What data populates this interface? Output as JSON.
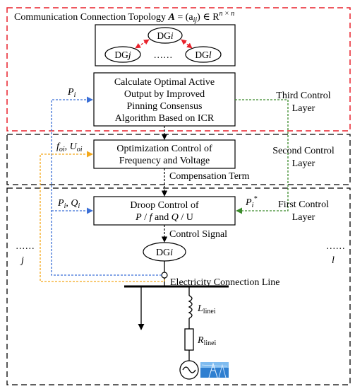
{
  "layers": {
    "third": {
      "line1": "Third Control",
      "line2": "Layer"
    },
    "second": {
      "line1": "Second Control",
      "line2": "Layer"
    },
    "first": {
      "line1": "First Control",
      "line2": "Layer"
    }
  },
  "topology": {
    "title_prefix": "Communication Connection Topology ",
    "title_symbol": "A",
    "title_eq": " = (a",
    "title_sub": "ij",
    "title_suffix": ") ∈ R",
    "title_sup": "n × n",
    "node_top": "DG",
    "node_top_idx": "i",
    "node_left": "DG",
    "node_left_idx": "j",
    "node_right": "DG",
    "node_right_idx": "l",
    "ellipsis": "……"
  },
  "boxes": {
    "calc": [
      "Calculate Optimal Active",
      "Output by Improved",
      "Pinning Consensus",
      "Algorithm Based on ICR"
    ],
    "opt": [
      "Optimization Control of",
      "Frequency and Voltage"
    ],
    "droop": {
      "line1": "Droop Control of",
      "line2_P": "P",
      "line2_mid1": " / ",
      "line2_f": "f",
      "line2_and": " and ",
      "line2_Q": "Q",
      "line2_mid2": " / U"
    }
  },
  "labels": {
    "pi": "P",
    "pi_sub": "i",
    "f_oi": "f",
    "f_oi_sub": "oi",
    "comma": ", ",
    "u_oi": "U",
    "u_oi_sub": "oi",
    "pi2": "P",
    "pi2_sub": "i",
    "qi": "Q",
    "qi_sub": "i",
    "pistar": "P",
    "pistar_sub": "i",
    "pistar_sup": "*",
    "compensation": "Compensation Term",
    "control_signal": "Control Signal",
    "dg_node": "DG",
    "dg_node_idx": "i",
    "elec_line": "Electricity Connection Line",
    "l_line": "L",
    "l_line_sub": "linei",
    "r_line": "R",
    "r_line_sub": "linei",
    "dots_left": "……",
    "j_label": "j",
    "dots_right": "……",
    "l_label": "l"
  },
  "colors": {
    "third_layer": "#e8212b",
    "blue": "#3b6fd6",
    "orange": "#f3a81a",
    "green": "#3a8a2a",
    "black": "#000000"
  }
}
